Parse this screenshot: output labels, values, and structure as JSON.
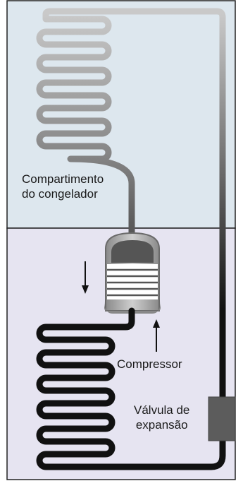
{
  "labels": {
    "freezer_line1": "Compartimento",
    "freezer_line2": "do congelador",
    "compressor": "Compressor",
    "valve_line1": "Válvula de",
    "valve_line2": "expansão"
  },
  "colors": {
    "freezer_bg": "#dde7ee",
    "lower_bg": "#e6e4f1",
    "outline": "#222222",
    "tube_light": "#c9c9c9",
    "tube_dark": "#111111",
    "valve": "#5c5c5c"
  }
}
